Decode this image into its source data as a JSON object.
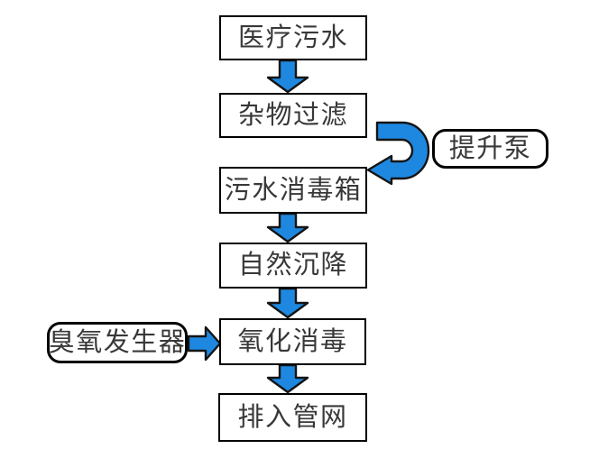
{
  "diagram": {
    "type": "flowchart",
    "nodes": [
      {
        "id": "medical-wastewater",
        "label": "医疗污水",
        "shape": "rect"
      },
      {
        "id": "debris-filtration",
        "label": "杂物过滤",
        "shape": "rect"
      },
      {
        "id": "sewage-disinfection-tank",
        "label": "污水消毒箱",
        "shape": "rect"
      },
      {
        "id": "natural-sedimentation",
        "label": "自然沉降",
        "shape": "rect"
      },
      {
        "id": "oxidation-disinfection",
        "label": "氧化消毒",
        "shape": "rect"
      },
      {
        "id": "discharge-to-pipe-network",
        "label": "排入管网",
        "shape": "rect"
      }
    ],
    "side_nodes": [
      {
        "id": "lift-pump",
        "label": "提升泵",
        "shape": "rounded",
        "attached_to": "between debris-filtration and sewage-disinfection-tank"
      },
      {
        "id": "ozone-generator",
        "label": "臭氧发生器",
        "shape": "rounded",
        "attached_to": "oxidation-disinfection"
      }
    ],
    "edges": [
      {
        "from": "medical-wastewater",
        "to": "debris-filtration",
        "style": "block-arrow-down"
      },
      {
        "from": "debris-filtration",
        "to": "sewage-disinfection-tank",
        "style": "block-arrow-uturn-right"
      },
      {
        "from": "sewage-disinfection-tank",
        "to": "natural-sedimentation",
        "style": "block-arrow-down"
      },
      {
        "from": "natural-sedimentation",
        "to": "oxidation-disinfection",
        "style": "block-arrow-down"
      },
      {
        "from": "oxidation-disinfection",
        "to": "discharge-to-pipe-network",
        "style": "block-arrow-down"
      },
      {
        "from": "ozone-generator",
        "to": "oxidation-disinfection",
        "style": "block-arrow-right"
      }
    ]
  },
  "colors": {
    "arrow_fill": "#1e88e0",
    "arrow_outline": "#141414",
    "box_border": "#000000",
    "box_fill": "#ffffff",
    "text": "#383838",
    "background": "#ffffff"
  }
}
